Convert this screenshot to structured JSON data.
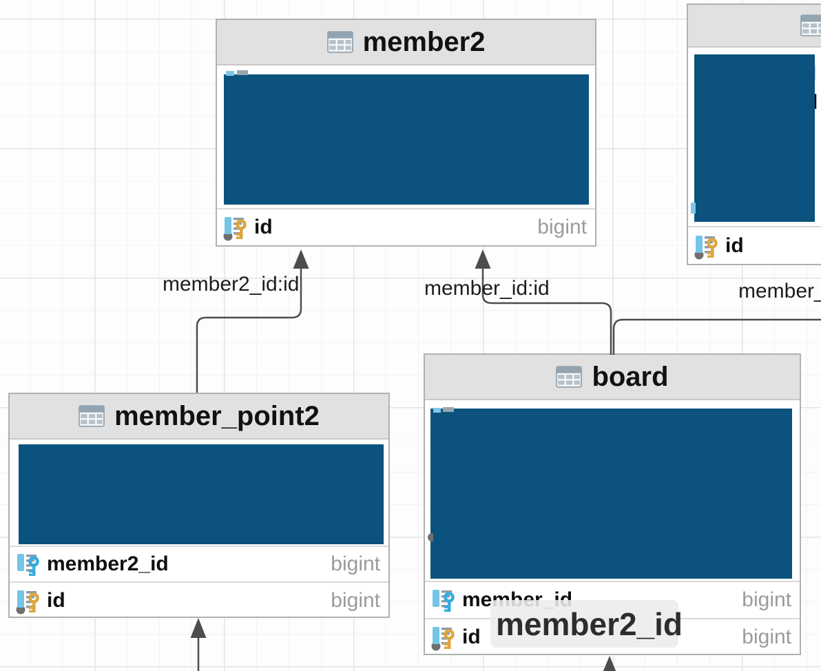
{
  "diagram": {
    "tables": [
      {
        "title": "member2",
        "columns": [
          {
            "name": "id",
            "type": "bigint"
          }
        ]
      },
      {
        "title": "member_point2",
        "columns": [
          {
            "name": "member2_id",
            "type": "bigint"
          },
          {
            "name": "id",
            "type": "bigint"
          }
        ]
      },
      {
        "title": "board",
        "columns": [
          {
            "name": "member_id",
            "type": "bigint"
          },
          {
            "name": "id",
            "type": "bigint"
          }
        ]
      },
      {
        "title": "",
        "columns": [
          {
            "name": "id",
            "type": ""
          }
        ]
      }
    ],
    "relationships": [
      {
        "label": "member2_id:id"
      },
      {
        "label": "member_id:id"
      },
      {
        "label": "member_"
      }
    ],
    "drag_ghost_label": "member2_id",
    "partial_text_fragments": [
      "d",
      "l"
    ],
    "colors": {
      "redaction": "#0b527e",
      "primary_key_icon": "#dca63f",
      "foreign_key_icon": "#35abdc",
      "connector": "#4d4d4d",
      "header_bg": "#e1e1e1"
    }
  }
}
